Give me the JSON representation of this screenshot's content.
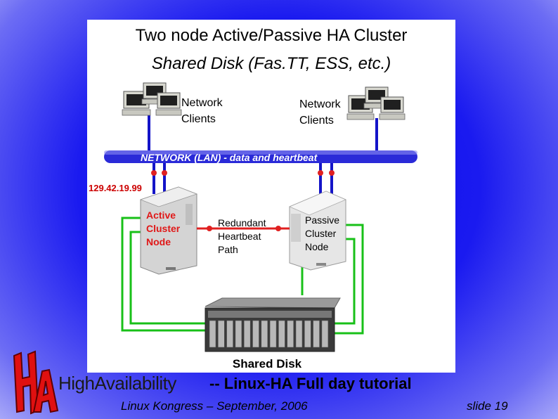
{
  "diagram": {
    "title_line1": "Two node Active/Passive HA Cluster",
    "title_line2": "Shared Disk (Fas.TT, ESS, etc.)",
    "clients_left": [
      "Network",
      "Clients"
    ],
    "clients_right": [
      "Network",
      "Clients"
    ],
    "network_label": "NETWORK  (LAN) - data and heartbeat",
    "ip_address": "129.42.19.99",
    "active_node": [
      "Active",
      "Cluster",
      "Node"
    ],
    "passive_node": [
      "Passive",
      "Cluster",
      "Node"
    ],
    "heartbeat": [
      "Redundant",
      "Heartbeat",
      "Path"
    ],
    "shared_disk": "Shared Disk",
    "colors": {
      "network_bar": "#2828d8",
      "cable_blue": "#1414c8",
      "heartbeat_red": "#e02020",
      "storage_green": "#18c018",
      "active_text": "#e01818",
      "ip_text": "#cc0000"
    }
  },
  "footer": {
    "logo_letters": "HA",
    "brand_high": "High",
    "brand_availability": "Availability",
    "subtitle": "-- Linux-HA Full day tutorial",
    "event": "Linux Kongress – September, 2006",
    "slide_number": "slide 19"
  }
}
